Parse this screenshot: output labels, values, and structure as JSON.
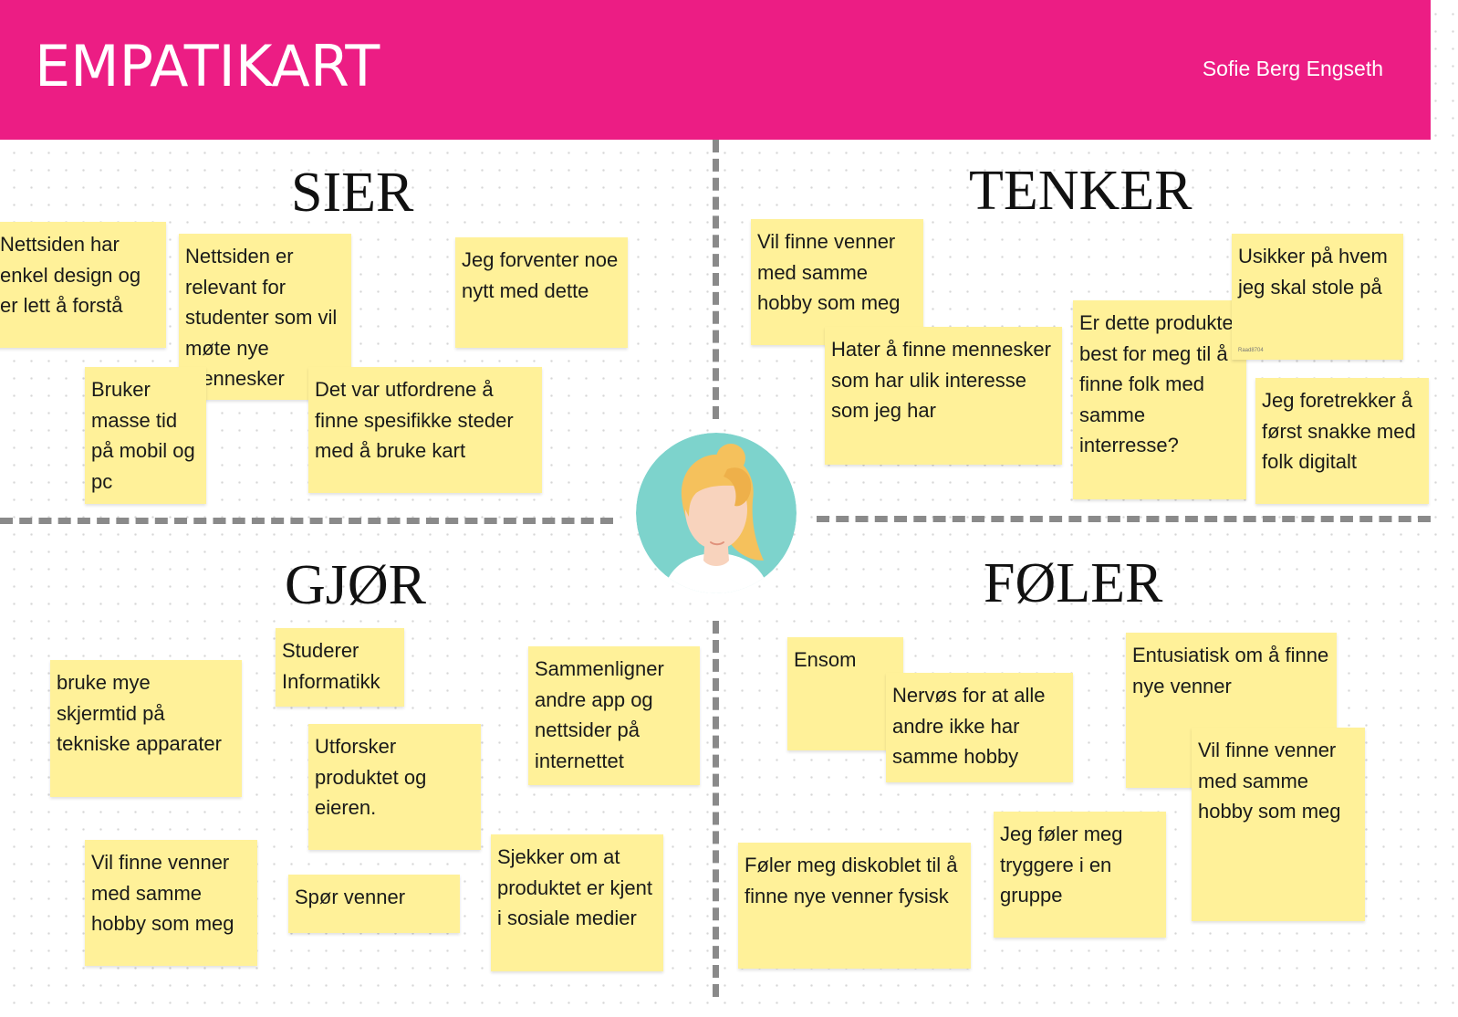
{
  "header": {
    "title": "EMPATIKART",
    "author": "Sofie Berg Engseth"
  },
  "sections": {
    "sier": "SIER",
    "tenker": "TENKER",
    "gjor": "GJØR",
    "foler": "FØLER"
  },
  "notes": {
    "sier_1": "Nettsiden har enkel design og er lett å forstå",
    "sier_2": "Nettsiden er relevant for studenter som vil møte nye mennesker",
    "sier_3": "Jeg forventer noe nytt med dette",
    "sier_4": "Bruker masse tid på mobil og pc",
    "sier_5": "Det var utfordrene å finne spesifikke steder med å bruke kart",
    "tenker_1": "Vil finne venner med samme hobby som meg",
    "tenker_2": "Hater å finne mennesker som har ulik interesse som jeg har",
    "tenker_3": "Er dette produktet best for meg til å finne folk med samme interresse?",
    "tenker_4": "Usikker på hvem jeg skal stole på",
    "tenker_4_tag": "Raad8704",
    "tenker_5": "Jeg foretrekker å først snakke med folk digitalt",
    "gjor_1": "bruke mye skjermtid på tekniske apparater",
    "gjor_2": "Studerer Informatikk",
    "gjor_3": "Utforsker produktet og eieren.",
    "gjor_4": "Sammenligner andre app og nettsider på internettet",
    "gjor_5": "Vil finne venner med samme hobby som meg",
    "gjor_6": "Spør venner",
    "gjor_7": "Sjekker om at produktet er kjent i sosiale medier",
    "foler_1": "Ensom",
    "foler_2": "Nervøs for at alle andre ikke har samme hobby",
    "foler_3": "Entusiatisk om å finne nye venner",
    "foler_4": "Vil finne venner med samme hobby som meg",
    "foler_5": "Jeg føler meg tryggere i en gruppe",
    "foler_6": "Føler meg diskoblet til å finne nye venner fysisk"
  },
  "colors": {
    "header_bg": "#ec1d84",
    "note_bg": "#fff199",
    "avatar_bg": "#7dd3cc",
    "hair": "#f5c15c",
    "skin": "#f8d3bd"
  }
}
